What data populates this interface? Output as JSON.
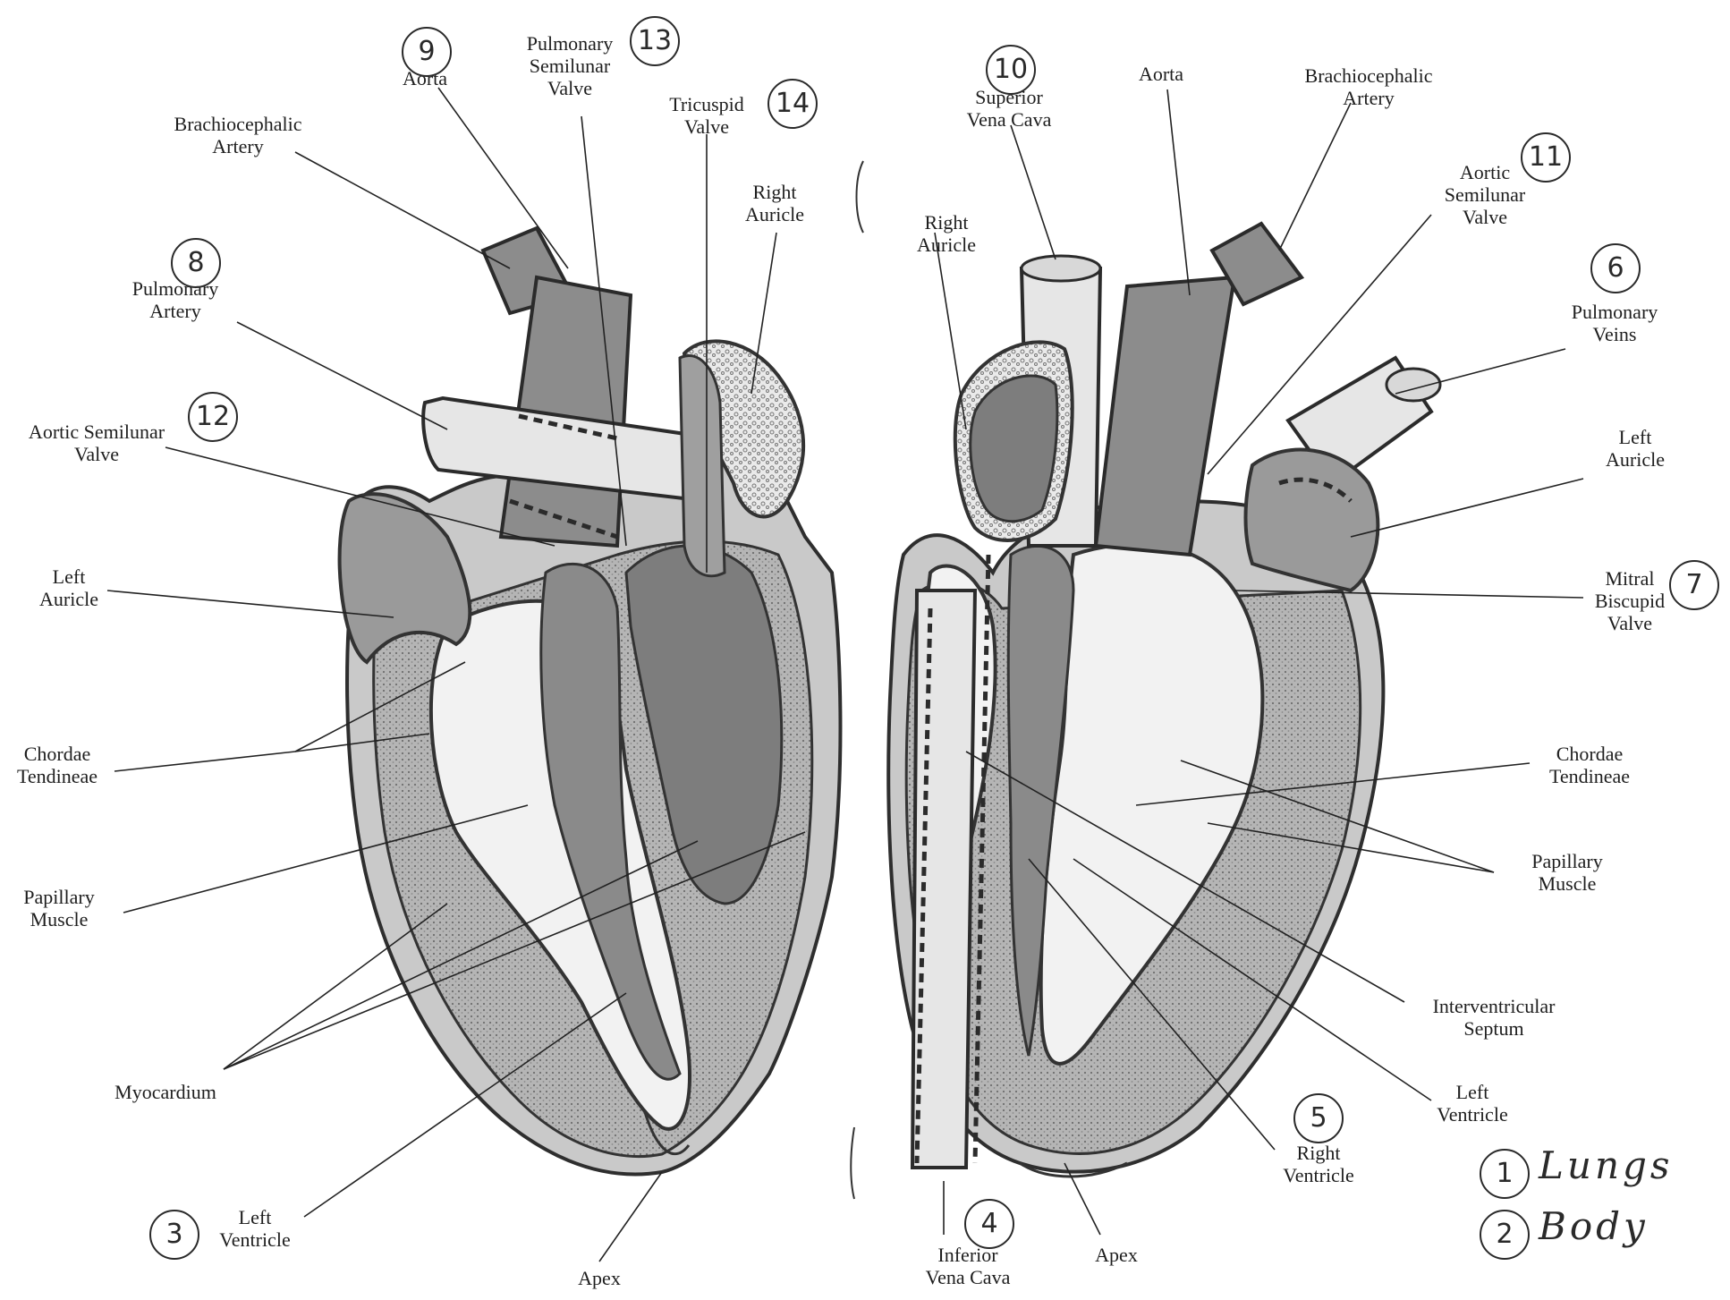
{
  "labels": {
    "aorta_l": "Aorta",
    "pulm_semilunar_l": [
      "Pulmonary",
      "Semilunar",
      "Valve"
    ],
    "tricuspid_l": [
      "Tricuspid",
      "Valve"
    ],
    "right_auricle_l": [
      "Right",
      "Auricle"
    ],
    "brachio_l": [
      "Brachiocephalic",
      "Artery"
    ],
    "pulm_artery_l": [
      "Pulmonary",
      "Artery"
    ],
    "aortic_semilunar_l": [
      "Aortic Semilunar",
      "Valve"
    ],
    "left_auricle_l": [
      "Left",
      "Auricle"
    ],
    "chordae_l": [
      "Chordae",
      "Tendineae"
    ],
    "papillary_l": [
      "Papillary",
      "Muscle"
    ],
    "myocardium": "Myocardium",
    "left_ventricle_l": [
      "Left",
      "Ventricle"
    ],
    "apex_l": "Apex",
    "right_auricle_r": [
      "Right",
      "Auricle"
    ],
    "svc": [
      "Superior",
      "Vena Cava"
    ],
    "aorta_r": "Aorta",
    "brachio_r": [
      "Brachiocephalic",
      "Artery"
    ],
    "aortic_semilunar_r": [
      "Aortic",
      "Semilunar",
      "Valve"
    ],
    "pulm_veins": [
      "Pulmonary",
      "Veins"
    ],
    "left_auricle_r": [
      "Left",
      "Auricle"
    ],
    "mitral": [
      "Mitral",
      "Biscupid",
      "Valve"
    ],
    "chordae_r": [
      "Chordae",
      "Tendineae"
    ],
    "papillary_r": [
      "Papillary",
      "Muscle"
    ],
    "interventricular": [
      "Interventricular",
      "Septum"
    ],
    "left_ventricle_r": [
      "Left",
      "Ventricle"
    ],
    "right_ventricle_r": [
      "Right",
      "Ventricle"
    ],
    "ivc": [
      "Inferior",
      "Vena Cava"
    ],
    "apex_r": "Apex"
  },
  "numbers": {
    "n3": "3",
    "n4": "4",
    "n5": "5",
    "n6": "6",
    "n7": "7",
    "n8": "8",
    "n9": "9",
    "n10": "10",
    "n11": "11",
    "n12": "12",
    "n13": "13",
    "n14": "14",
    "n1": "1",
    "n2": "2"
  },
  "handwritten": {
    "lungs": "Lungs",
    "body": "Body"
  }
}
